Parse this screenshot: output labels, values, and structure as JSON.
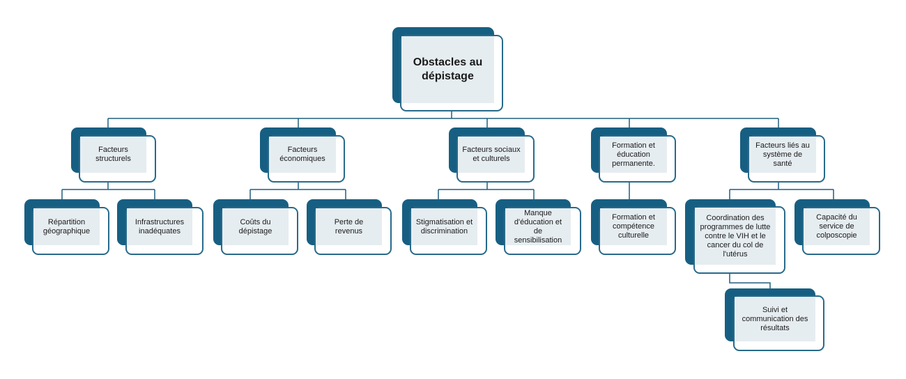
{
  "diagram": {
    "root": {
      "id": "root",
      "label": "Obstacles au dépistage"
    },
    "categories": [
      {
        "id": "structurels",
        "label": "Facteurs structurels",
        "children": [
          {
            "id": "repartition",
            "label": "Répartition géographique"
          },
          {
            "id": "infra",
            "label": "Infrastructures inadéquates"
          }
        ]
      },
      {
        "id": "economiques",
        "label": "Facteurs économiques",
        "children": [
          {
            "id": "couts",
            "label": "Coûts du dépistage"
          },
          {
            "id": "perte",
            "label": "Perte de revenus"
          }
        ]
      },
      {
        "id": "sociaux",
        "label": "Facteurs sociaux et culturels",
        "children": [
          {
            "id": "stigma",
            "label": "Stigmatisation et discrimination"
          },
          {
            "id": "manque",
            "label": "Manque d'éducation et de sensibilisation"
          }
        ]
      },
      {
        "id": "formation",
        "label": "Formation et éducation permanente.",
        "children": [
          {
            "id": "competence",
            "label": "Formation et compétence culturelle"
          }
        ]
      },
      {
        "id": "sante",
        "label": "Facteurs liés au système de santé",
        "children": [
          {
            "id": "coordination",
            "label": "Coordination des programmes de lutte contre le VIH et le cancer du col de l'utérus",
            "children": [
              {
                "id": "suivi",
                "label": "Suivi et communication des résultats"
              }
            ]
          },
          {
            "id": "capacite",
            "label": "Capacité du service de colposcopie"
          }
        ]
      }
    ]
  },
  "colors": {
    "dark": "#175f82",
    "fill": "#e6edf1",
    "line": "#1e5f7e"
  }
}
